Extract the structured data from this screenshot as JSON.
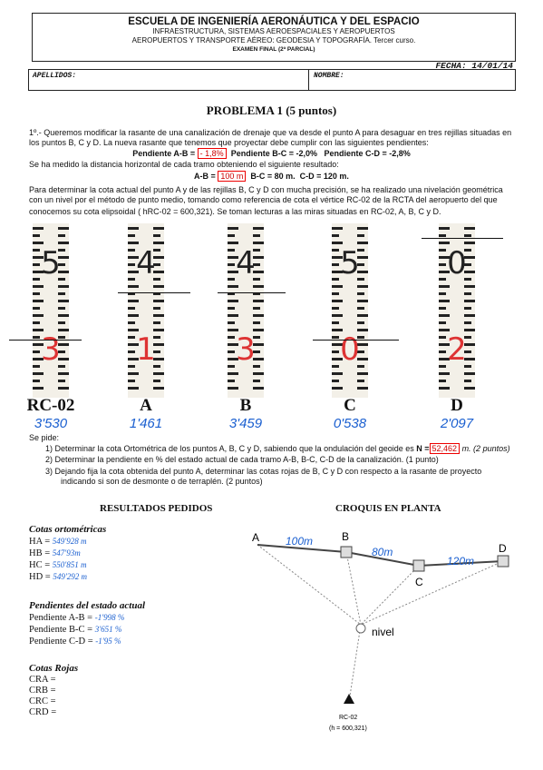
{
  "header": {
    "school": "ESCUELA DE INGENIERÍA AERONÁUTICA Y DEL ESPACIO",
    "line2": "INFRAESTRUCTURA, SISTEMAS AEROESPACIALES Y AEROPUERTOS",
    "line3": "AEROPUERTOS Y TRANSPORTE AÉREO: GEODESIA Y TOPOGRAFÍA. Tercer curso.",
    "exam": "EXAMEN FINAL (2ª PARCIAL)",
    "fecha_label": "FECHA:",
    "fecha": "14/01/14",
    "apellidos": "APELLIDOS:",
    "nombre": "NOMBRE:"
  },
  "problem_title": "PROBLEMA 1  (5 puntos)",
  "intro1": "1º.- Queremos modificar la rasante de una canalización de drenaje que va desde el punto A para desaguar en tres rejillas situadas en",
  "intro2": "los puntos B, C y D. La nueva rasante que tenemos que proyectar debe cumplir con las siguientes pendientes:",
  "slopes": {
    "ab_label": "Pendiente A-B =",
    "ab_value": "- 1,8%",
    "bc": "Pendiente B-C = -2,0%",
    "cd": "Pendiente C-D = -2,8%"
  },
  "measured": "Se ha medido la distancia horizontal de cada tramo obteniendo el siguiente resultado:",
  "distances": {
    "ab_label": "A-B =",
    "ab_value": "100 m",
    "bc": "B-C = 80 m.",
    "cd": "C-D = 120 m."
  },
  "para1": "Para determinar la cota actual del punto A y de las rejillas B, C y D con mucha precisión, se ha realizado una nivelación geométrica",
  "para2": "con un nivel por el método de punto medio, tomando como referencia de cota el vértice RC-02 de la RCTA del aeropuerto del que",
  "para3": "conocemos su cota elipsoidal  ( hRC-02 = 600,321). Se toman lecturas a las miras situadas en RC-02, A, B, C y D.",
  "rods": [
    {
      "label": "RC-02",
      "reading": "3'530",
      "top": "5",
      "bottom": "3"
    },
    {
      "label": "A",
      "reading": "1'461",
      "top": "4",
      "bottom": "1"
    },
    {
      "label": "B",
      "reading": "3'459",
      "top": "4",
      "bottom": "3"
    },
    {
      "label": "C",
      "reading": "0'538",
      "top": "5",
      "bottom": "0"
    },
    {
      "label": "D",
      "reading": "2'097",
      "top": "0",
      "bottom": "2"
    }
  ],
  "se_pide": "Se pide:",
  "q1a": "1)   Determinar la cota Ortométrica de los puntos A, B, C y D, sabiendo que la ondulación del geoide es",
  "q1_n": "N =",
  "q1_val": "52,462",
  "q1b": "m. (2 puntos)",
  "q2": "2)   Determinar la pendiente en % del estado actual de cada tramo A-B, B-C, C-D de la canalización. (1 punto)",
  "q3a": "3)   Dejando fija la cota obtenida del punto A, determinar las cotas rojas de B, C y D con respecto a la rasante de proyecto",
  "q3b": "indicando si son de desmonte o de terraplén. (2 puntos)",
  "results_title": "RESULTADOS PEDIDOS",
  "sketch_title": "CROQUIS EN PLANTA",
  "cotas_title": "Cotas ortométricas",
  "cotas": [
    {
      "label": "HA =",
      "value": "549'928 m"
    },
    {
      "label": "HB =",
      "value": "547'93m"
    },
    {
      "label": "HC =",
      "value": "550'851 m"
    },
    {
      "label": "HD = ",
      "value": "549'292 m"
    }
  ],
  "pend_title": "Pendientes del estado actual",
  "pend": [
    {
      "label": "Pendiente A-B =",
      "value": "-1'998 %"
    },
    {
      "label": "Pendiente B-C =",
      "value": "3'651 %"
    },
    {
      "label": "Pendiente C-D =",
      "value": "-1'95 %"
    }
  ],
  "rojas_title": "Cotas Rojas",
  "rojas": [
    "CRA =",
    "CRB =",
    "CRC =",
    "CRD ="
  ],
  "sketch": {
    "A": "A",
    "B": "B",
    "C": "C",
    "D": "D",
    "d_ab": "100m",
    "d_bc": "80m",
    "d_cd": "120m",
    "nivel": "nivel",
    "rc": "RC-02",
    "rc_h": "(h = 600,321)"
  }
}
